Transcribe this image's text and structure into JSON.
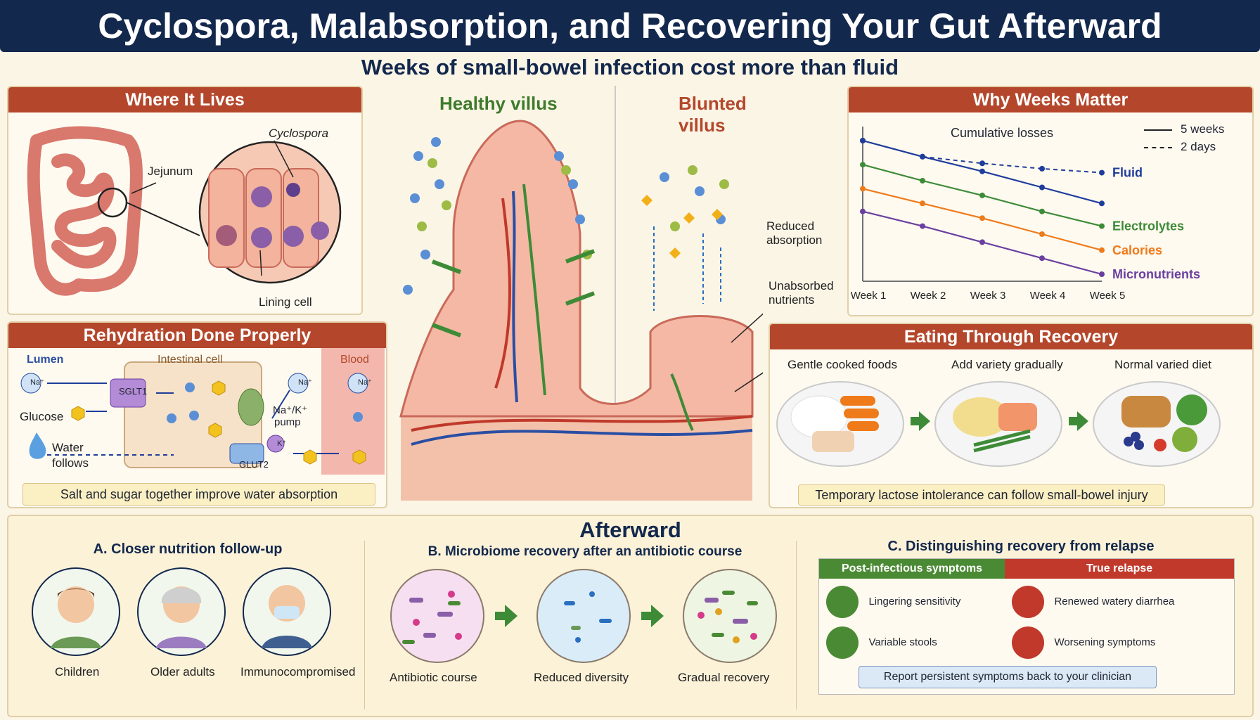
{
  "title": "Cyclospora, Malabsorption, and Recovering Your Gut Afterward",
  "subtitle": "Weeks of small-bowel infection cost more than fluid",
  "where": {
    "heading": "Where It Lives",
    "jejunum": "Jejunum",
    "cyclospora": "Cyclospora",
    "lining": "Lining cell"
  },
  "villus": {
    "healthy": "Healthy villus",
    "blunted": "Blunted villus",
    "reduced": "Reduced absorption",
    "unabsorbed": "Unabsorbed nutrients"
  },
  "weeks": {
    "heading": "Why Weeks Matter"
  },
  "chart_data": {
    "type": "line",
    "title": "Cumulative losses",
    "categories": [
      "Week 1",
      "Week 2",
      "Week 3",
      "Week 4",
      "Week 5"
    ],
    "legend": [
      {
        "label": "5 weeks",
        "style": "solid"
      },
      {
        "label": "2 days",
        "style": "dashed"
      }
    ],
    "series": [
      {
        "name": "Fluid",
        "color": "#1f3d9b",
        "values": [
          100,
          88,
          77,
          65,
          53
        ],
        "dashed": [
          100,
          88,
          83,
          79,
          76
        ]
      },
      {
        "name": "Electrolytes",
        "color": "#3d8b37",
        "values": [
          82,
          70,
          59,
          47,
          36
        ]
      },
      {
        "name": "Calories",
        "color": "#ef7a1a",
        "values": [
          64,
          53,
          42,
          30,
          18
        ]
      },
      {
        "name": "Micronutrients",
        "color": "#6a3fa0",
        "values": [
          47,
          36,
          24,
          12,
          0
        ]
      }
    ],
    "grid": false
  },
  "rehyd": {
    "heading": "Rehydration Done Properly",
    "lumen": "Lumen",
    "cell": "Intestinal cell",
    "blood": "Blood",
    "na": "Na⁺",
    "k": "K⁺",
    "sglt1": "SGLT1",
    "glut2": "GLUT2",
    "glucose": "Glucose",
    "water": "Water",
    "follows": "follows",
    "pump1": "Na⁺/K⁺",
    "pump2": "pump",
    "note": "Salt and sugar together improve water absorption"
  },
  "eating": {
    "heading": "Eating Through Recovery",
    "stages": [
      "Gentle cooked foods",
      "Add variety gradually",
      "Normal varied diet"
    ],
    "note": "Temporary lactose intolerance can follow small-bowel injury"
  },
  "after": {
    "heading": "Afterward",
    "a_title": "A. Closer nutrition follow-up",
    "groups": [
      "Children",
      "Older adults",
      "Immunocompromised"
    ],
    "b_title": "B. Microbiome recovery  after an antibiotic course",
    "micro": [
      "Antibiotic course",
      "Reduced diversity",
      "Gradual recovery"
    ],
    "c_title": "C. Distinguishing recovery from relapse",
    "post_head": "Post-infectious symptoms",
    "relapse_head": "True relapse",
    "post_items": [
      "Lingering sensitivity",
      "Variable stools"
    ],
    "relapse_items": [
      "Renewed watery diarrhea",
      "Worsening symptoms"
    ],
    "report": "Report persistent symptoms back to your clinician"
  }
}
